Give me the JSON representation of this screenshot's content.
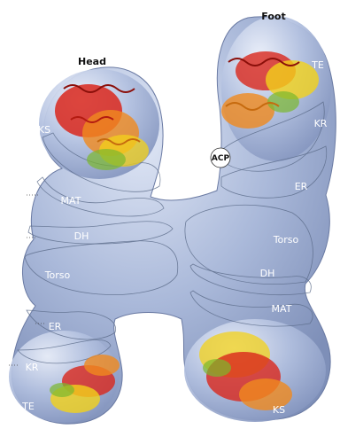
{
  "diagram": {
    "titles": {
      "head": "Head",
      "foot": "Foot"
    },
    "acp": "ACP",
    "head_domains": [
      "KS",
      "MAT",
      "DH",
      "Torso",
      "ER",
      "KR",
      "TE"
    ],
    "foot_domains": [
      "TE",
      "KR",
      "ER",
      "Torso",
      "DH",
      "MAT",
      "KS"
    ],
    "colors": {
      "body": "#a9b8d9",
      "body_dark": "#7e8fb8",
      "highlight": "#e6ecf8",
      "protein_red": "#d9271c",
      "protein_orange": "#f08a1e",
      "protein_yellow": "#f3d21a",
      "protein_green": "#7ab82e"
    }
  }
}
